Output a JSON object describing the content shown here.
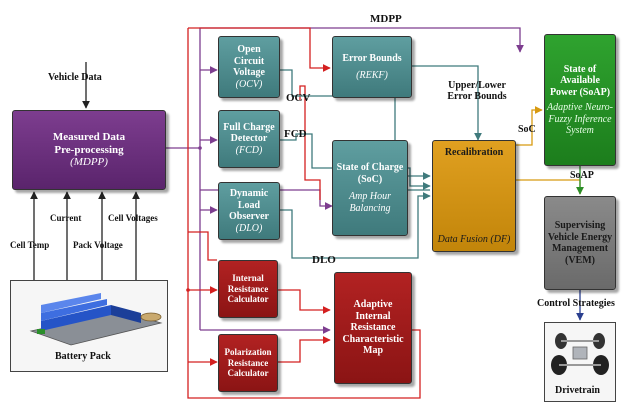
{
  "blocks": {
    "ocv": {
      "title": "Open Circuit Voltage",
      "sub": "(OCV)"
    },
    "error_bounds": {
      "title": "Error Bounds",
      "sub": "(REKF)"
    },
    "fcd": {
      "title": "Full Charge Detector",
      "sub": "(FCD)"
    },
    "soc": {
      "title": "State of Charge (SoC)",
      "sub": "Amp Hour Balancing"
    },
    "dlo": {
      "title": "Dynamic Load Observer",
      "sub": "(DLO)"
    },
    "irc": {
      "title": "Internal Resistance Calculator"
    },
    "prc": {
      "title": "Polarization Resistance Calculator"
    },
    "air": {
      "title": "Adaptive Internal Resistance Characteristic Map"
    },
    "mdpp": {
      "title": "Measured Data Pre-processing",
      "sub": "(MDPP)"
    },
    "recal": {
      "title": "Recalibration",
      "sub": "Data Fusion (DF)"
    },
    "soap": {
      "title": "State of Available Power (SoAP)",
      "sub": "Adaptive Neuro-Fuzzy Inference System"
    },
    "vem": {
      "title": "Supervising Vehicle Energy Management (VEM)"
    }
  },
  "labels": {
    "vehicle_data": "Vehicle Data",
    "mdpp_top": "MDPP",
    "ocv": "OCV",
    "fcd": "FCD",
    "dlo": "DLO",
    "upper_lower": "Upper/Lower Error Bounds",
    "soc": "SoC",
    "soap": "SoAP",
    "control": "Control Strategies",
    "cell_temp": "Cell Temp",
    "current": "Current",
    "pack_voltage": "Pack Voltage",
    "cell_voltages": "Cell Voltages",
    "battery_pack": "Battery Pack",
    "drivetrain": "Drivetrain"
  },
  "colors": {
    "teal": "#5f9ea0",
    "red": "#b22222",
    "purple": "#7d3d8f",
    "gold": "#e0a020",
    "green": "#2fa32f",
    "gray": "#8a8a8a"
  }
}
